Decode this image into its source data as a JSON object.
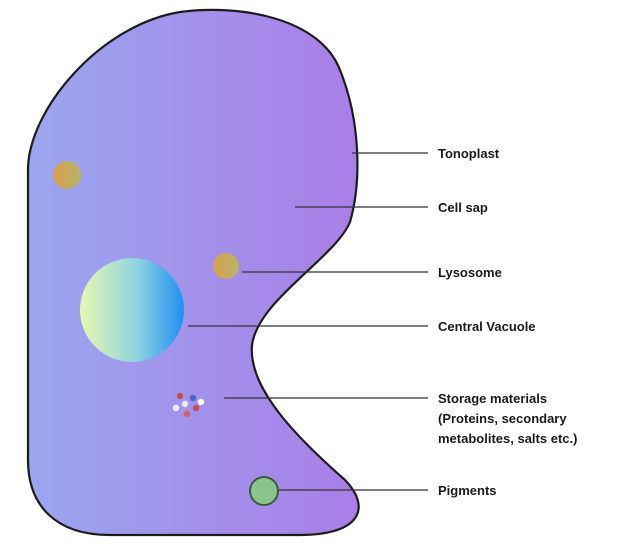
{
  "diagram": {
    "colors": {
      "cell_gradient_start": "#9aa6ee",
      "cell_gradient_end": "#aa7ee8",
      "cell_outline": "#1c1c1c",
      "vacuole_gradient_start": "#e6f7b0",
      "vacuole_gradient_end": "#1e90f0",
      "lysosome_fill": "#c9a25a",
      "pigment_fill": "#8ac48a",
      "leader_line": "#333333"
    },
    "labels": {
      "tonoplast": "Tonoplast",
      "cell_sap": "Cell sap",
      "lysosome": "Lysosome",
      "central_vacuole": "Central Vacuole",
      "storage_line1": "Storage materials",
      "storage_line2": "(Proteins, secondary",
      "storage_line3": "metabolites, salts etc.)",
      "pigments": "Pigments"
    }
  }
}
